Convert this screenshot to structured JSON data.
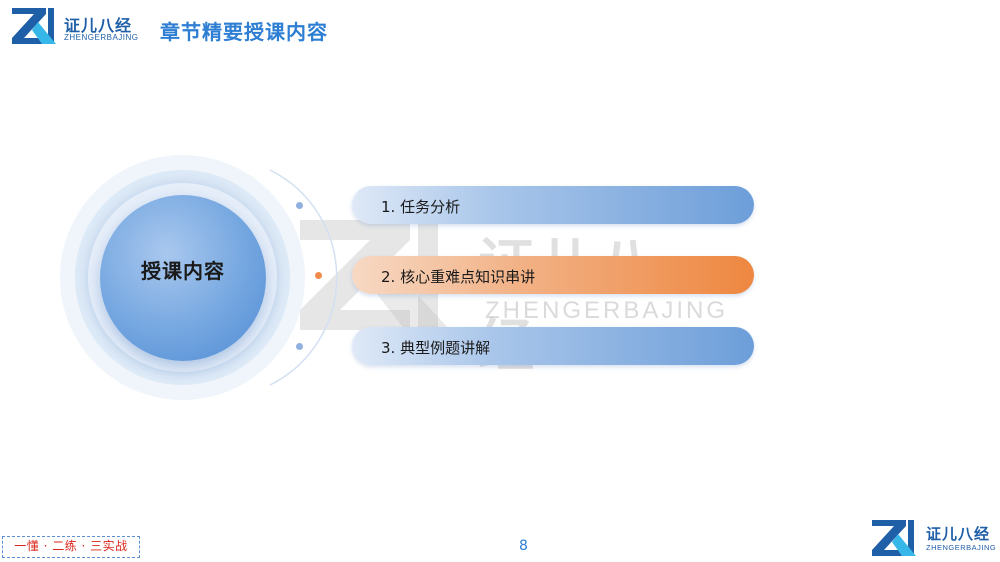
{
  "brand": {
    "name": "证儿八经",
    "sub": "ZHENGERBAJING"
  },
  "header": {
    "title": "章节精要授课内容"
  },
  "center": {
    "label": "授课内容"
  },
  "items": [
    {
      "label": "1. 任务分析"
    },
    {
      "label": "2. 核心重难点知识串讲"
    },
    {
      "label": "3. 典型例题讲解"
    }
  ],
  "watermark": {
    "name": "证儿八经",
    "sub": "ZHENGERBAJING"
  },
  "footer": {
    "motto": "一懂 · 二练 · 三实战",
    "page": "8"
  },
  "colors": {
    "brand_blue": "#1f5fa8",
    "accent_blue": "#2e7fd4",
    "highlight_orange": "#ee8740",
    "motto_red": "#d9261c"
  }
}
